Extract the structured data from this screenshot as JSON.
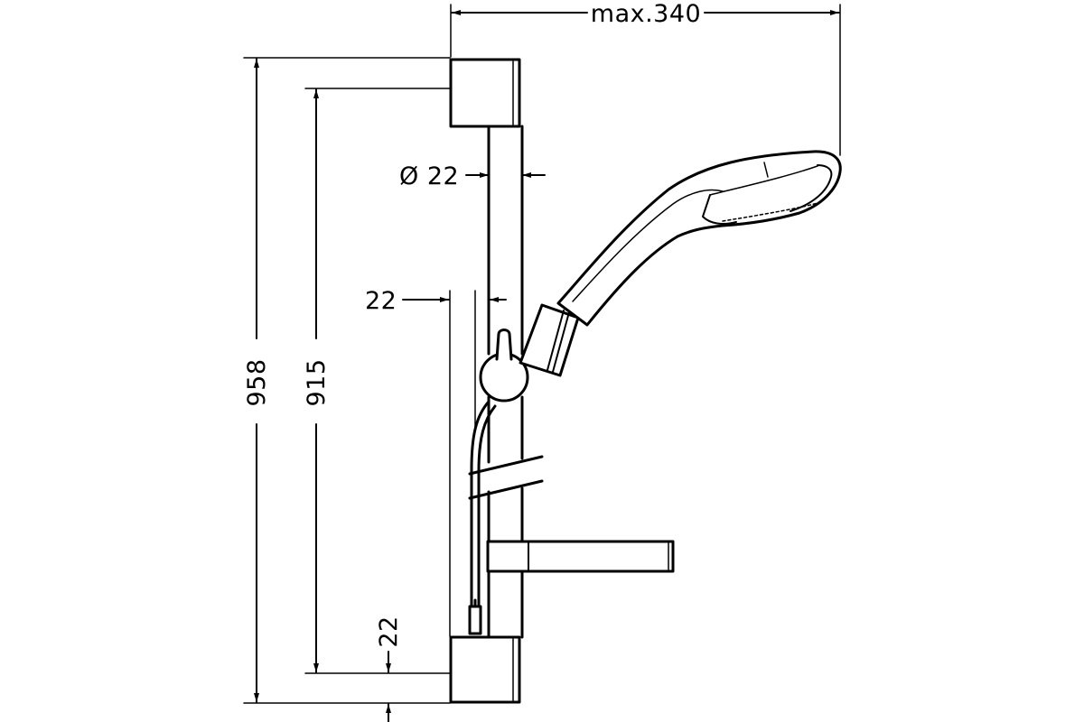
{
  "dimensions": {
    "max_reach": "max.340",
    "total_height": "958",
    "rail_height": "915",
    "rail_diameter": "Ø 22",
    "wall_offset": "22",
    "bottom_offset": "22"
  },
  "colors": {
    "line": "#000000",
    "background": "#ffffff"
  }
}
